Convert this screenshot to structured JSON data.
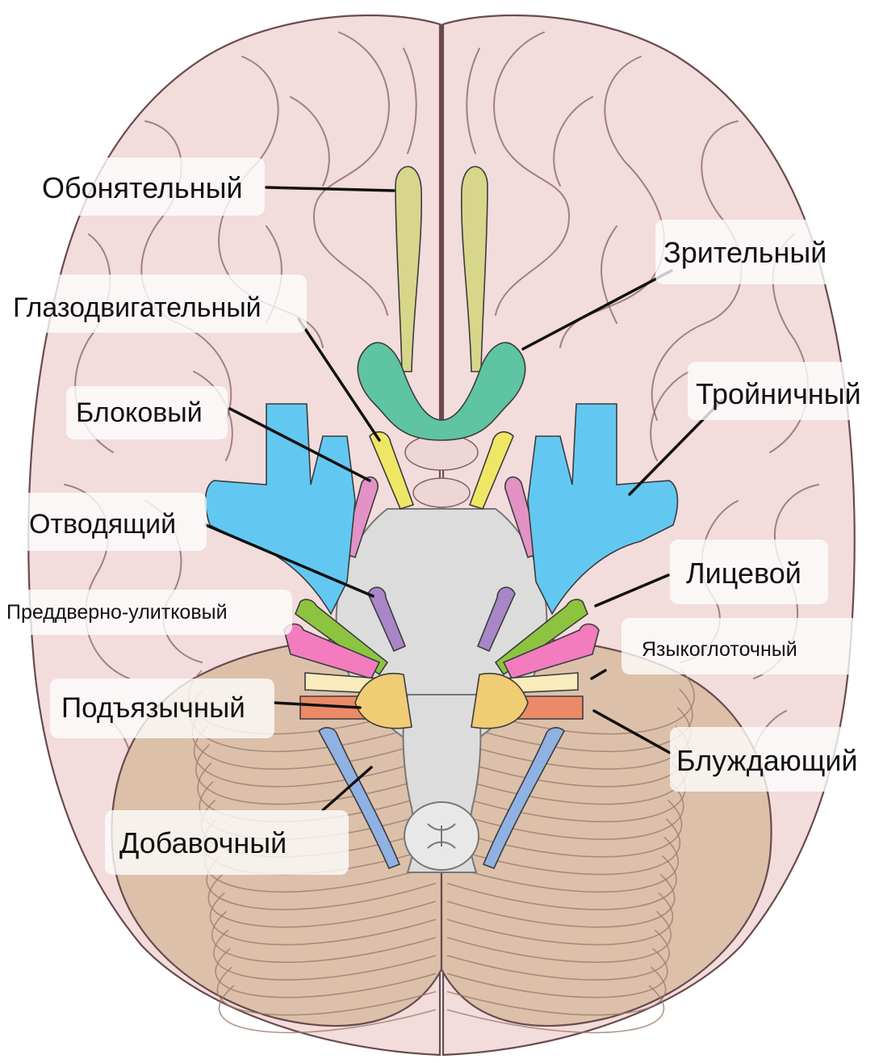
{
  "labels": {
    "olfactory": "Обонятельный",
    "optic": "Зрительный",
    "oculomotor": "Глазодвигательный",
    "trigeminal": "Тройничный",
    "trochlear": "Блоковый",
    "abducens": "Отводящий",
    "facial": "Лицевой",
    "vestibulocochlear": "Преддверно-улитковый",
    "glossopharyngeal": "Языкоглоточный",
    "hypoglossal": "Подъязычный",
    "vagus": "Блуждающий",
    "accessory": "Добавочный"
  },
  "colors": {
    "brain": "#f2dcdc",
    "cerebellum": "#dcc0aa",
    "brainstem": "#dcdcdc",
    "olfactory": "#d7d68a",
    "optic": "#5fc4a2",
    "oculomotor": "#f0e666",
    "trochlear": "#e292c4",
    "trigeminal": "#62c8f2",
    "abducens": "#a886c8",
    "facial": "#8cc440",
    "vestibulocochlear": "#f27cbe",
    "glossopharyngeal": "#faebbc",
    "vagus": "#ec8a68",
    "hypoglossal": "#f0cc74",
    "accessory": "#90b2e2"
  }
}
